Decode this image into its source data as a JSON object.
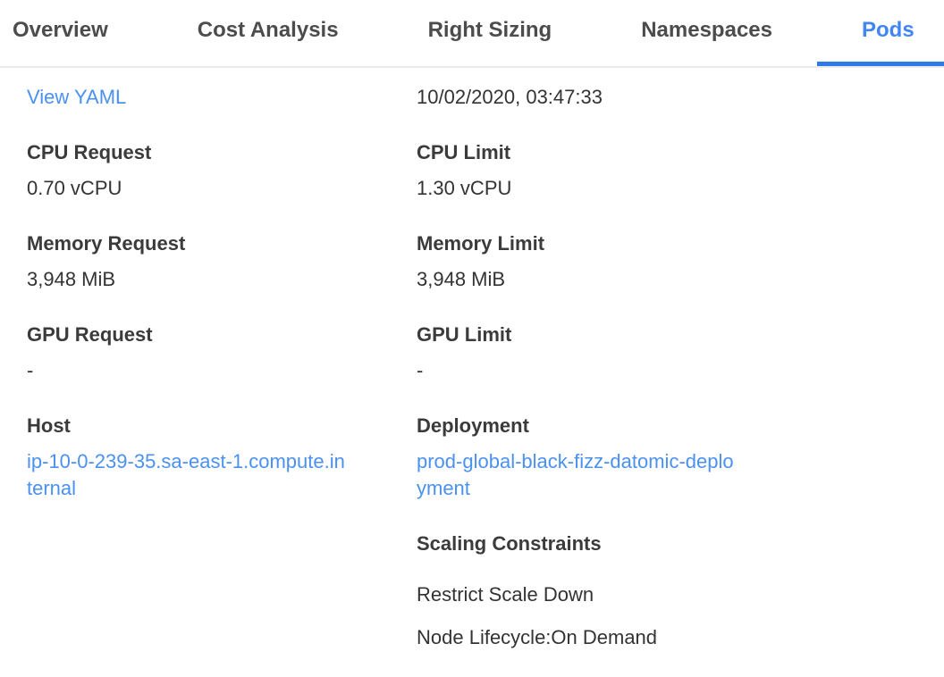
{
  "tabs": [
    {
      "label": "Overview",
      "active": false
    },
    {
      "label": "Cost Analysis",
      "active": false
    },
    {
      "label": "Right Sizing",
      "active": false
    },
    {
      "label": "Namespaces",
      "active": false
    },
    {
      "label": "Pods",
      "active": true
    }
  ],
  "pod_details": {
    "view_yaml_link": "View YAML",
    "timestamp": "10/02/2020, 03:47:33",
    "left": {
      "groups": [
        {
          "label": "CPU Request",
          "value": "0.70 vCPU"
        },
        {
          "label": "Memory Request",
          "value": "3,948 MiB"
        },
        {
          "label": "GPU Request",
          "value": "-"
        },
        {
          "label": "Host",
          "link": "ip-10-0-239-35.sa-east-1.compute.internal"
        }
      ]
    },
    "right": {
      "groups": [
        {
          "label": "CPU Limit",
          "value": "1.30 vCPU"
        },
        {
          "label": "Memory Limit",
          "value": "3,948 MiB"
        },
        {
          "label": "GPU Limit",
          "value": "-"
        },
        {
          "label": "Deployment",
          "link": "prod-global-black-fizz-datomic-deployment"
        }
      ],
      "scaling_constraints_label": "Scaling Constraints",
      "scaling_constraints": [
        "Restrict Scale Down",
        "Node Lifecycle:On Demand"
      ]
    }
  },
  "colors": {
    "link_blue": "#4a91f0",
    "tab_active_blue": "#4285f4",
    "tab_indicator_blue": "#2c7be8",
    "tab_inactive_gray": "#4c4c4c",
    "label_gray": "#3b3b3b",
    "value_gray": "#333333",
    "divider_gray": "#ebebeb"
  }
}
